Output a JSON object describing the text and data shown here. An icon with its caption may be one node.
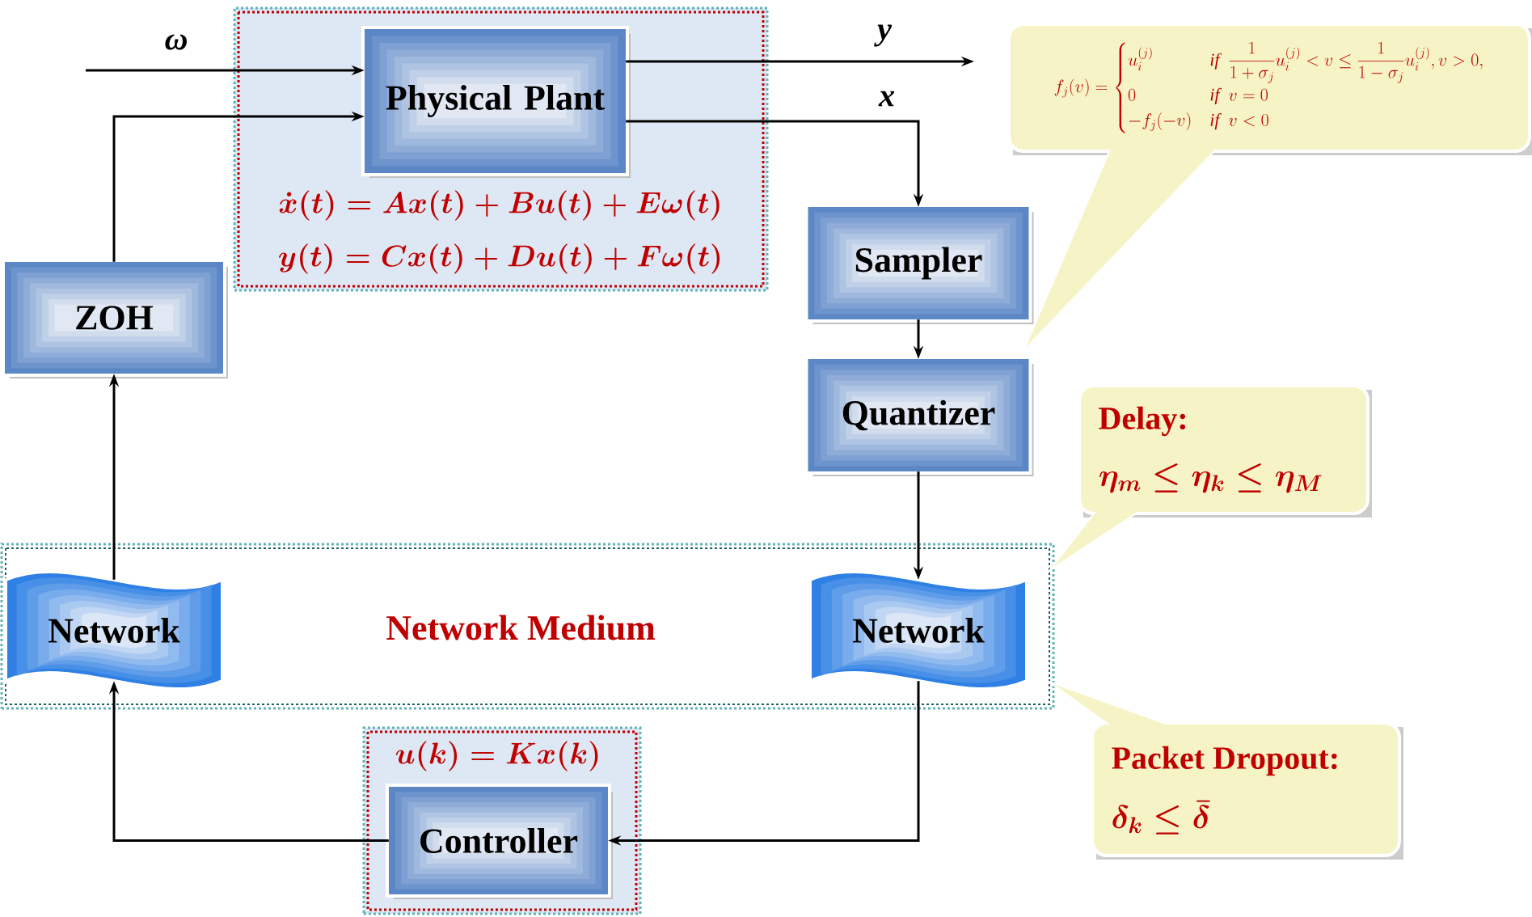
{
  "diagram": {
    "nodes": [
      {
        "text": [
          "\\dot{x}(t) = Ax(t) + Bu(t) + E\\omega(t)",
          "y(t) = Cx(t) + Du(t) + F\\omega(t)"
        ]
      },
      {
        "text": [
          "Physical Plant"
        ],
        "in": 0
      },
      {
        "text": [
          "ZOH"
        ]
      },
      {
        "text": [
          "Sampler"
        ]
      },
      {
        "text": [
          "Quantizer"
        ]
      },
      {
        "text": [
          "Network Medium"
        ]
      },
      {
        "text": [
          "Network"
        ],
        "in": 5
      },
      {
        "text": [
          "Network"
        ],
        "in": 5
      },
      {
        "text": [
          "u(k) = Kx(k)"
        ]
      },
      {
        "text": [
          "Controller"
        ],
        "in": 8
      },
      {
        "text": [
          "f_j(v) = \\begin{cases} u_i^{(j)} & \\mathit{if}\\ \\ \\dfrac{1}{1+\\sigma_j}u_i^{(j)} < v \\le \\dfrac{1}{1-\\sigma_j}u_i^{(j)}, v>0,\\\\ 0 & \\mathit{if}\\ \\ v=0\\\\ -f_j(-v) & \\mathit{if}\\ \\ v<0 \\end{cases}"
        ]
      },
      {
        "text": [
          "Delay:",
          "\\eta_m \\le \\eta_k \\le \\eta_M"
        ]
      },
      {
        "text": [
          "Packet Dropout:",
          "\\delta_k \\le \\bar{\\delta}"
        ]
      }
    ],
    "edges": [
      {
        "from": null,
        "to": 1,
        "arrow": "to",
        "label": "ω"
      },
      {
        "from": 1,
        "to": null,
        "arrow": "to",
        "label": "y"
      },
      {
        "from": 1,
        "to": 3,
        "arrow": "to",
        "label": "x"
      },
      {
        "from": 2,
        "to": 1,
        "arrow": "to"
      },
      {
        "from": 3,
        "to": 4,
        "arrow": "to"
      },
      {
        "from": 4,
        "to": 7,
        "arrow": "to"
      },
      {
        "from": 7,
        "to": 9,
        "arrow": "to"
      },
      {
        "from": 9,
        "to": 6,
        "arrow": "to"
      },
      {
        "from": 6,
        "to": 2,
        "arrow": "to"
      }
    ]
  }
}
